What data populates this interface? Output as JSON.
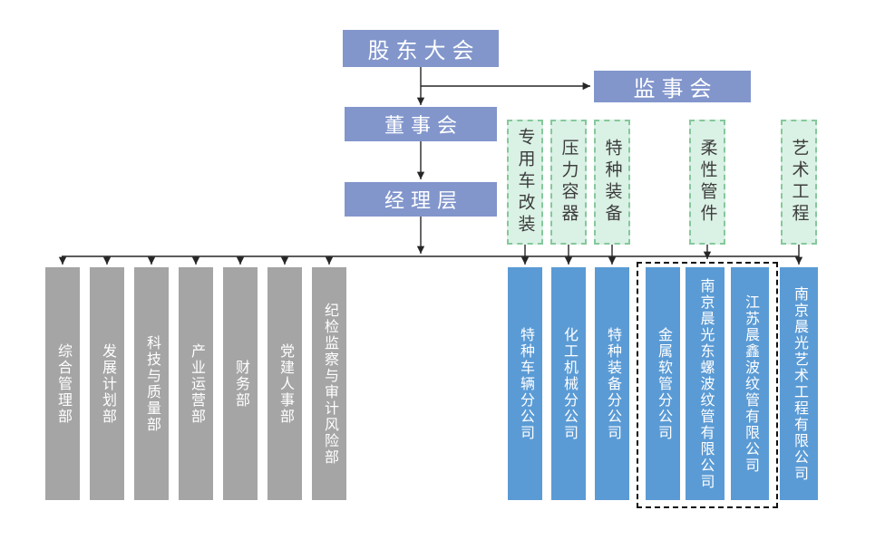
{
  "org_chart": {
    "governance": {
      "shareholders": "股东大会",
      "supervisory_board": "监事会",
      "board_of_directors": "董事会",
      "management": "经理层"
    },
    "business_segments": [
      "专用车改装",
      "压力容器",
      "特种装备",
      "柔性管件",
      "艺术工程"
    ],
    "departments": [
      "综合管理部",
      "发展计划部",
      "科技与质量部",
      "产业运营部",
      "财务部",
      "党建人事部",
      "纪检监察与审计风险部"
    ],
    "subsidiaries": [
      "特种车辆分公司",
      "化工机械分公司",
      "特种装备分公司",
      "金属软管分公司",
      "南京晨光东螺波纹管有限公司",
      "江苏晨鑫波纹管有限公司",
      "南京晨光艺术工程有限公司"
    ],
    "colors": {
      "governance_blue": "#8296cc",
      "subsidiary_blue": "#5b9bd5",
      "department_gray": "#a5a5a5",
      "segment_green_fill": "#daf1e5",
      "segment_green_border": "#85c89b",
      "connector": "#262626"
    }
  }
}
